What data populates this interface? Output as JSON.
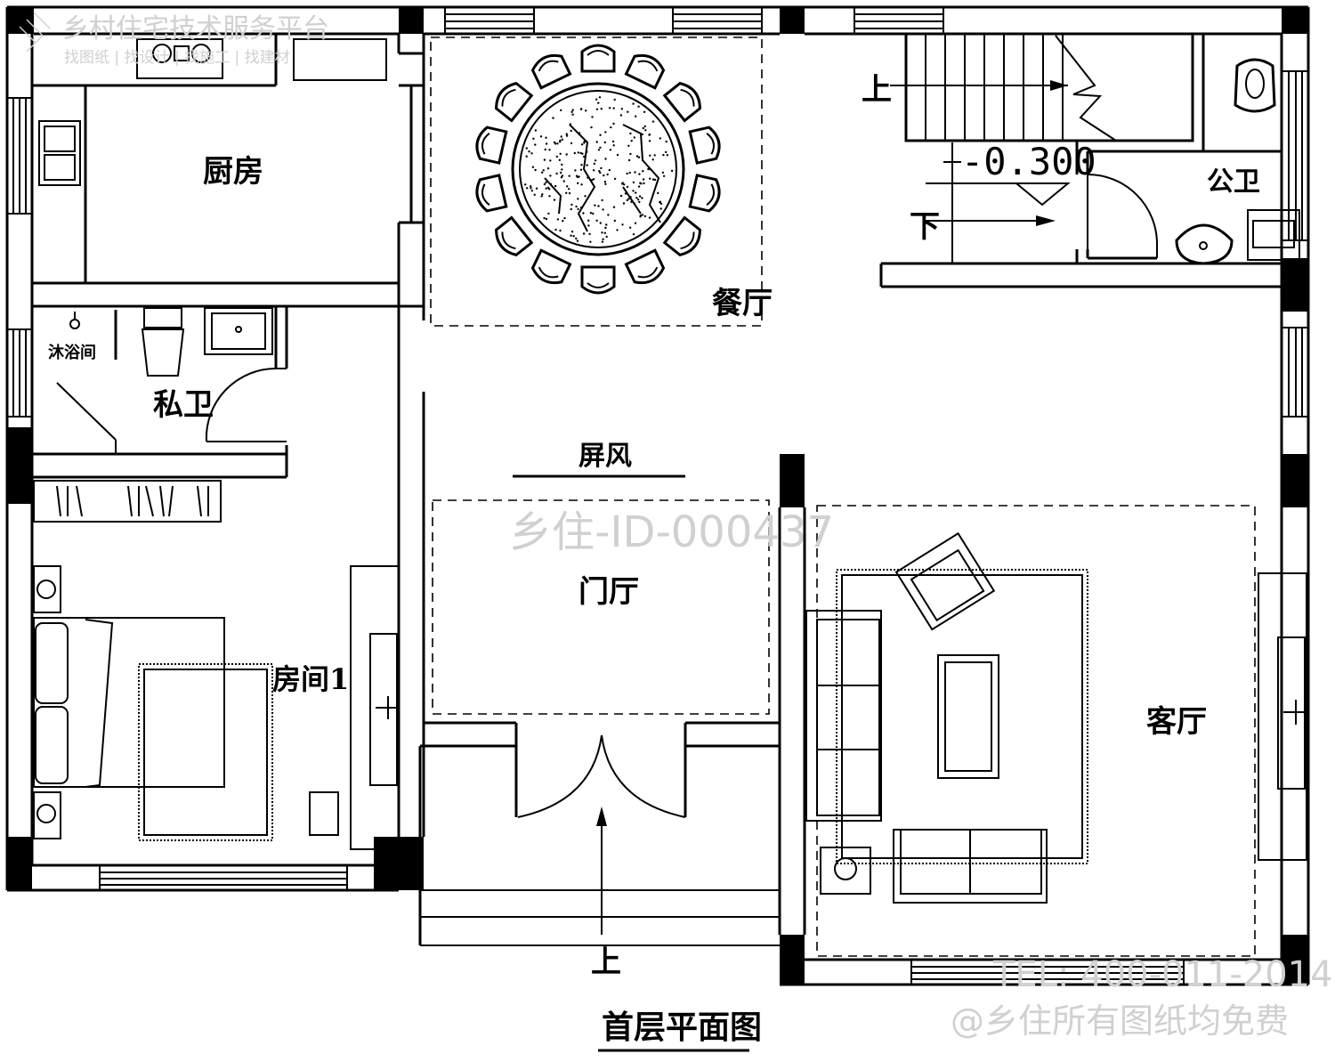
{
  "watermark": {
    "platform": "乡村住宅技术服务平台",
    "subtitle": "找图纸 | 找设计 | 找施工 | 找建材",
    "id": "乡住-ID-000437",
    "tel": "TEL: 400-011-2014",
    "free": "@乡住所有图纸均免费"
  },
  "plan_title": "首层平面图",
  "rooms": {
    "kitchen": "厨房",
    "dining": "餐厅",
    "public_wc": "公卫",
    "shower": "沐浴间",
    "private_wc": "私卫",
    "screen": "屏风",
    "foyer": "门厅",
    "bedroom1": "房间1",
    "living": "客厅"
  },
  "stairs": {
    "up": "上",
    "down": "下",
    "level": "-0.300"
  },
  "entrance": {
    "up": "上"
  },
  "colors": {
    "line": "#000000",
    "watermark": "#d0d0d0",
    "background": "#ffffff"
  }
}
